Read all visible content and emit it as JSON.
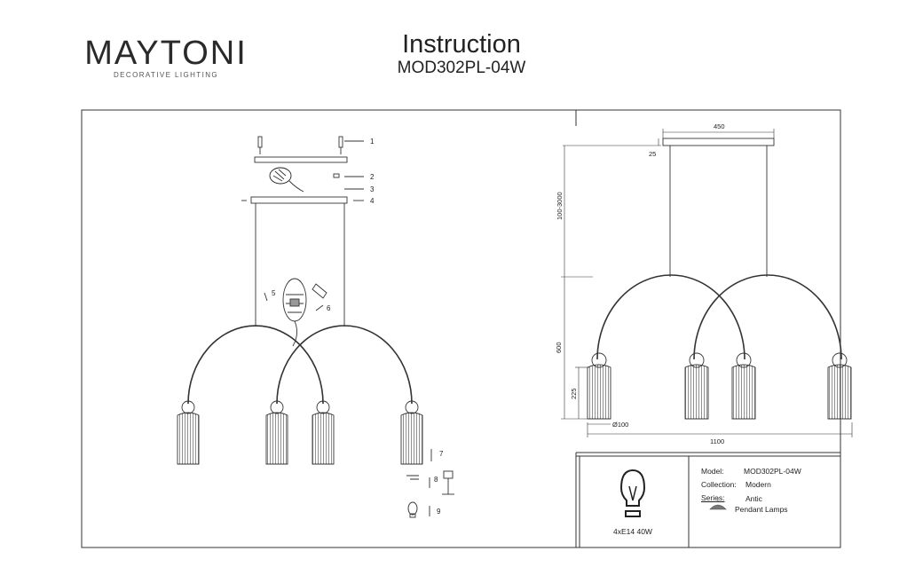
{
  "header": {
    "brand_name": "MAYTONI",
    "brand_tagline": "DECORATIVE LIGHTING",
    "title": "Instruction",
    "model_code": "MOD302PL-04W"
  },
  "assembly": {
    "callouts": [
      "1",
      "2",
      "3",
      "4",
      "5",
      "6",
      "7",
      "8",
      "9"
    ]
  },
  "dimensions": {
    "canopy_width": "450",
    "canopy_height": "25",
    "cable_length": "100-3000",
    "arc_height": "600",
    "shade_height": "225",
    "shade_diameter": "Ø100",
    "overall_width": "1100"
  },
  "info": {
    "bulb_spec": "4xE14 40W",
    "model_label": "Model:",
    "model_value": "MOD302PL-04W",
    "collection_label": "Collection:",
    "collection_value": "Modern",
    "series_label": "Series:",
    "series_value": "Antic",
    "type_value": "Pendant Lamps"
  }
}
